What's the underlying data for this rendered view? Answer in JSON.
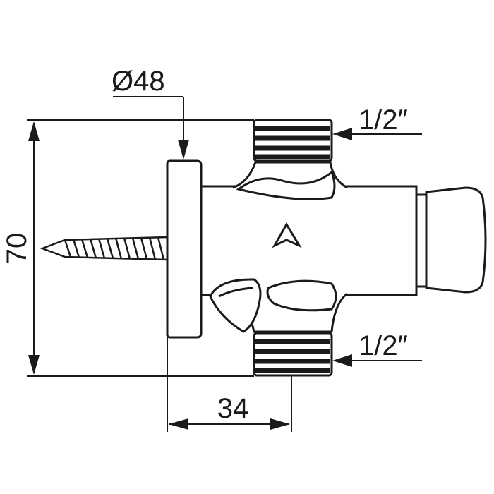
{
  "drawing": {
    "dimensions": {
      "diameter_label": "Ø48",
      "height_label": "70",
      "depth_label": "34",
      "thread_top_label": "1/2″",
      "thread_bottom_label": "1/2″"
    },
    "colors": {
      "line": "#1a1a1a",
      "background": "#ffffff"
    }
  }
}
